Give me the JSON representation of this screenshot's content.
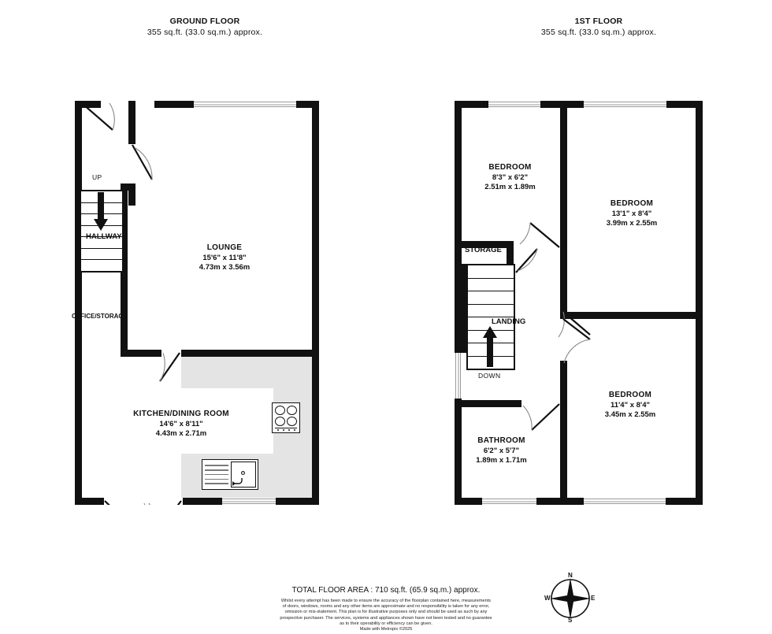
{
  "document": {
    "type": "floorplan",
    "total_area_text": "TOTAL FLOOR AREA : 710 sq.ft. (65.9 sq.m.) approx.",
    "credit": "Made with Metropix ©2025"
  },
  "floors": [
    {
      "id": "ground",
      "title": "GROUND FLOOR",
      "area": "355 sq.ft. (33.0 sq.m.) approx.",
      "rooms": [
        {
          "name": "HALLWAY",
          "dim_imperial": "",
          "dim_metric": ""
        },
        {
          "name": "LOUNGE",
          "dim_imperial": "15'6\"  x 11'8\"",
          "dim_metric": "4.73m  x 3.56m"
        },
        {
          "name": "OFFICE/STORAGE",
          "dim_imperial": "",
          "dim_metric": ""
        },
        {
          "name": "KITCHEN/DINING ROOM",
          "dim_imperial": "14'6\"  x 8'11\"",
          "dim_metric": "4.43m  x 2.71m"
        }
      ],
      "stairs_label": "UP"
    },
    {
      "id": "first",
      "title": "1ST FLOOR",
      "area": "355 sq.ft. (33.0 sq.m.) approx.",
      "rooms": [
        {
          "name": "BEDROOM",
          "dim_imperial": "8'3\"  x 6'2\"",
          "dim_metric": "2.51m  x 1.89m"
        },
        {
          "name": "BEDROOM",
          "dim_imperial": "13'1\"  x 8'4\"",
          "dim_metric": "3.99m  x 2.55m"
        },
        {
          "name": "BEDROOM",
          "dim_imperial": "11'4\"  x 8'4\"",
          "dim_metric": "3.45m  x 2.55m"
        },
        {
          "name": "BATHROOM",
          "dim_imperial": "6'2\"  x 5'7\"",
          "dim_metric": "1.89m  x 1.71m"
        },
        {
          "name": "STORAGE",
          "dim_imperial": "",
          "dim_metric": ""
        },
        {
          "name": "LANDING",
          "dim_imperial": "",
          "dim_metric": ""
        }
      ],
      "stairs_label": "DOWN"
    }
  ],
  "disclaimer": {
    "line1": "Whilst every attempt has been made to ensure the accuracy of the floorplan contained here, measurements",
    "line2": "of doors, windows, rooms and any other items are approximate and no responsibility is taken for any error,",
    "line3": "omission or mis-statement. This plan is for illustrative purposes only and should be used as such by any",
    "line4": "prospective purchaser. The services, systems and appliances shown have not been tested and no guarantee",
    "line5": "as to their operability or efficiency can be given.",
    "line6": "Made with Metropix ©2025"
  },
  "compass": {
    "north": "N",
    "east": "E",
    "south": "S",
    "west": "W"
  },
  "colors": {
    "wall": "#111111",
    "kitchen_fill": "#e4e4e4",
    "page_background": "#ffffff",
    "text": "#111111"
  }
}
